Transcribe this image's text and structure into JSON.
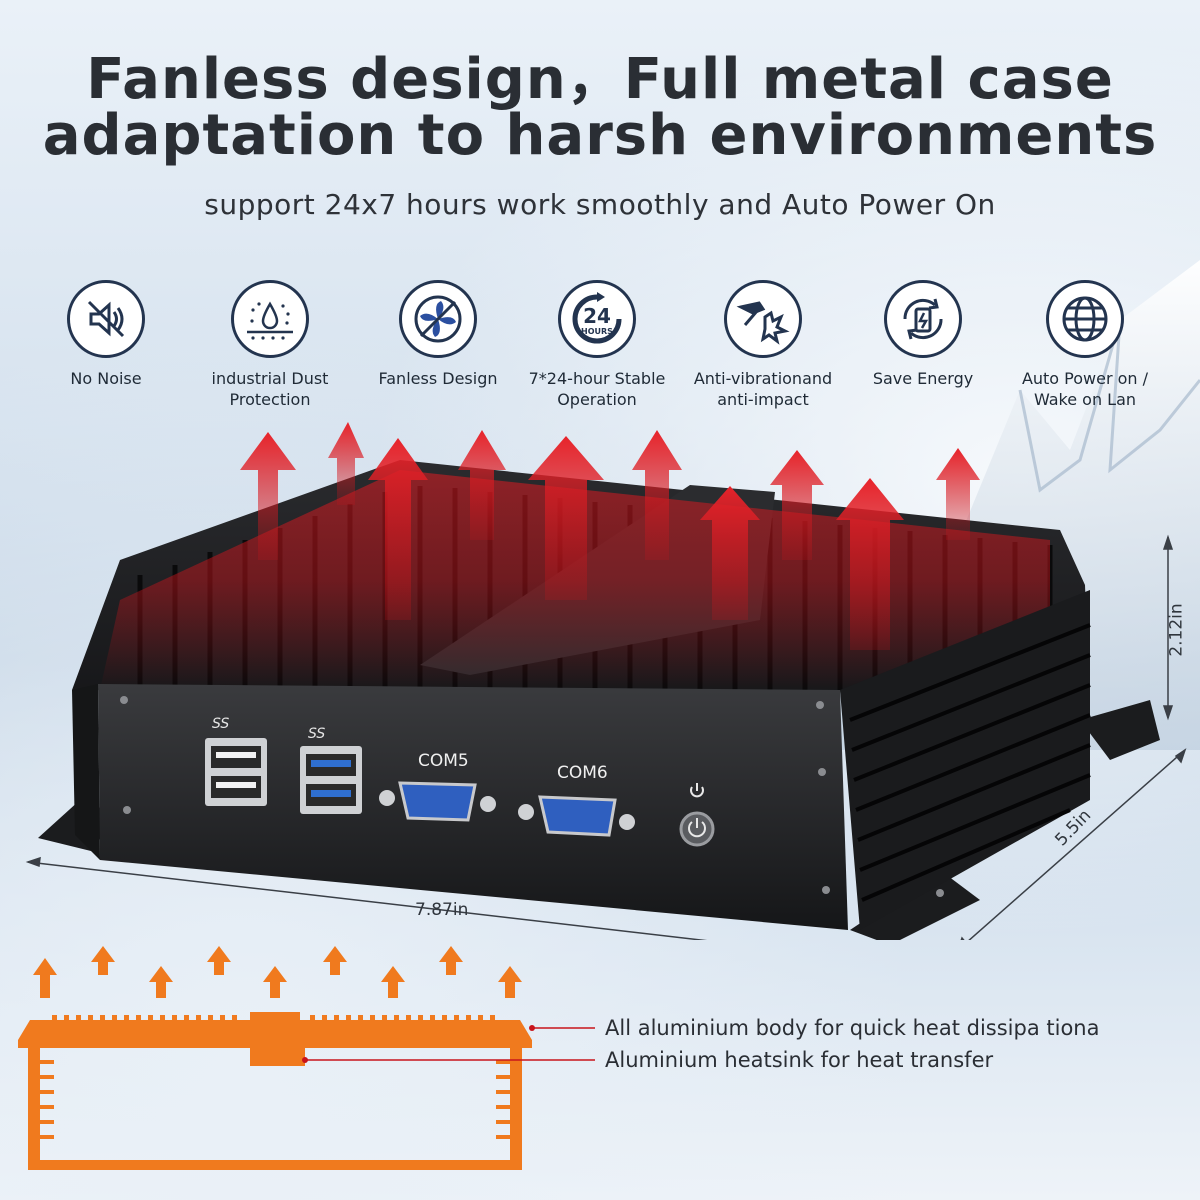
{
  "header": {
    "title_line1": "Fanless design，Full metal case",
    "title_line2": "adaptation to harsh environments",
    "subtitle": "support 24x7 hours work smoothly and Auto Power On"
  },
  "features": [
    {
      "icon": "no-noise-icon",
      "label": "No Noise"
    },
    {
      "icon": "dust-protection-icon",
      "label": "industrial Dust Protection"
    },
    {
      "icon": "fanless-icon",
      "label": "Fanless Design"
    },
    {
      "icon": "24-hours-icon",
      "label": "7*24-hour Stable Operation",
      "badge": "24",
      "badge_sub": "HOURS"
    },
    {
      "icon": "anti-vibration-icon",
      "label": "Anti-vibrationand anti-impact"
    },
    {
      "icon": "save-energy-icon",
      "label": "Save Energy"
    },
    {
      "icon": "globe-icon",
      "label": "Auto Power on / Wake on Lan"
    }
  ],
  "device": {
    "ports": {
      "usb_logo": "SS",
      "com_left": "COM5",
      "com_right": "COM6"
    },
    "dimensions": {
      "width": "7.87in",
      "depth": "5.5in",
      "height": "2.12in"
    }
  },
  "heatsink": {
    "callout_top": "All aluminium body for quick heat dissipa tiona",
    "callout_bottom": "Aluminium heatsink for heat transfer"
  },
  "colors": {
    "title": "#2a2e34",
    "icon_stroke": "#23344f",
    "heat_red": "#c8141b",
    "heat_orange": "#f07a1e"
  }
}
